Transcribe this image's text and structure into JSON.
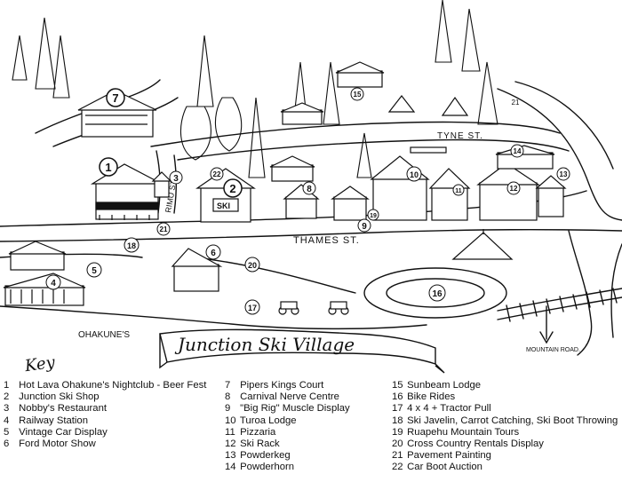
{
  "map": {
    "banner_title": "Junction Ski Village",
    "banner_prefix": "OHAKUNE'S",
    "streets": {
      "thames": "THAMES ST.",
      "tyne": "TYNE ST.",
      "rimu": "RIMU ST.",
      "mountain_road": "MOUNTAIN ROAD."
    },
    "markers": [
      "1",
      "2",
      "3",
      "4",
      "5",
      "6",
      "7",
      "8",
      "9",
      "10",
      "11",
      "12",
      "13",
      "14",
      "15",
      "16",
      "17",
      "18",
      "19",
      "20",
      "21",
      "22"
    ],
    "sign_text": "SKI",
    "road_marker": "21"
  },
  "key": {
    "title": "Key",
    "col1": [
      {
        "num": "1",
        "label": "Hot Lava Ohakune's Nightclub - Beer Fest"
      },
      {
        "num": "2",
        "label": "Junction Ski Shop"
      },
      {
        "num": "3",
        "label": "Nobby's Restaurant"
      },
      {
        "num": "4",
        "label": "Railway Station"
      },
      {
        "num": "5",
        "label": "Vintage Car Display"
      },
      {
        "num": "6",
        "label": "Ford Motor Show"
      }
    ],
    "col2": [
      {
        "num": "7",
        "label": "Pipers Kings Court"
      },
      {
        "num": "8",
        "label": "Carnival Nerve Centre"
      },
      {
        "num": "9",
        "label": "\"Big Rig\" Muscle Display"
      },
      {
        "num": "10",
        "label": "Turoa Lodge"
      },
      {
        "num": "11",
        "label": "Pizzaria"
      },
      {
        "num": "12",
        "label": "Ski Rack"
      },
      {
        "num": "13",
        "label": "Powderkeg"
      },
      {
        "num": "14",
        "label": "Powderhorn"
      }
    ],
    "col3": [
      {
        "num": "15",
        "label": "Sunbeam Lodge"
      },
      {
        "num": "16",
        "label": "Bike Rides"
      },
      {
        "num": "17",
        "label": "4 x 4 + Tractor Pull"
      },
      {
        "num": "18",
        "label": "Ski Javelin, Carrot Catching, Ski Boot Throwing"
      },
      {
        "num": "19",
        "label": "Ruapehu Mountain Tours"
      },
      {
        "num": "20",
        "label": "Cross Country Rentals Display"
      },
      {
        "num": "21",
        "label": "Pavement Painting"
      },
      {
        "num": "22",
        "label": "Car Boot Auction"
      }
    ]
  }
}
